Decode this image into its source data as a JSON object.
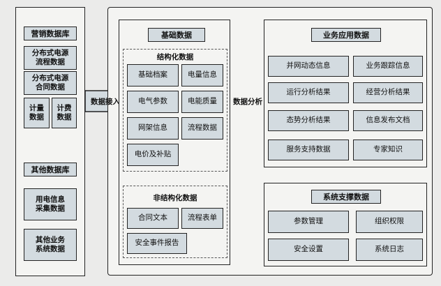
{
  "left": {
    "marketing_title": "营销数据库",
    "marketing_items": [
      "分布式电源\n流程数据",
      "分布式电源\n合同数据",
      "计量\n数据",
      "计费\n数据"
    ],
    "other_title": "其他数据库",
    "other_items": [
      "用电信息\n采集数据",
      "其他业务\n系统数据"
    ]
  },
  "arrows": {
    "ingest": "数据接入",
    "analysis": "数据分析"
  },
  "basic": {
    "title": "基础数据",
    "structured_title": "结构化数据",
    "structured_items": [
      "基础档案",
      "电量信息",
      "电气参数",
      "电能质量",
      "网架信息",
      "流程数据",
      "电价及补贴"
    ],
    "unstructured_title": "非结构化数据",
    "unstructured_items": [
      "合同文本",
      "流程表单",
      "安全事件报告"
    ]
  },
  "business": {
    "title": "业务应用数据",
    "items": [
      "并网动态信息",
      "业务跟踪信息",
      "运行分析结果",
      "经营分析结果",
      "态势分析结果",
      "信息发布文档",
      "服务支持数据",
      "专家知识"
    ]
  },
  "system": {
    "title": "系统支撑数据",
    "items": [
      "参数管理",
      "组织权限",
      "安全设置",
      "系统日志"
    ]
  },
  "colors": {
    "cell_fill": "#d3dbe0",
    "border": "#222222",
    "panel": "#f4f4f2"
  }
}
